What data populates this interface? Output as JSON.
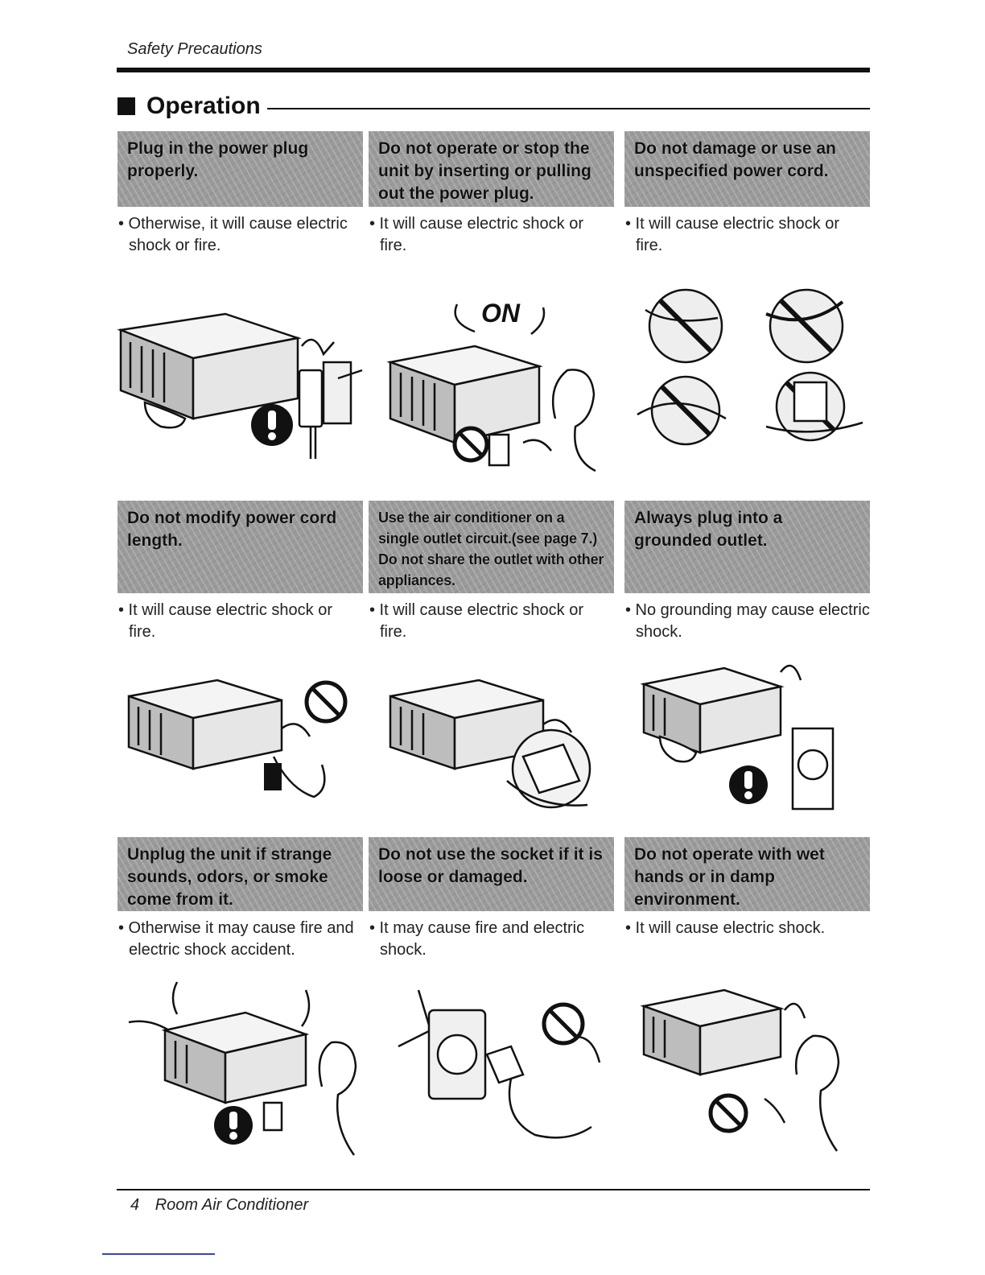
{
  "header": {
    "running_head": "Safety Precautions"
  },
  "section": {
    "title": "Operation"
  },
  "cards": [
    {
      "title": "Plug in the power plug properly.",
      "desc": "• Otherwise, it will cause electric shock or fire."
    },
    {
      "title": "Do not operate or stop the unit by inserting or pulling out the power plug.",
      "desc": "• It will cause electric shock or fire.",
      "callout": "ON"
    },
    {
      "title": "Do not damage or use an unspecified power cord.",
      "desc": "• It will cause electric shock or fire."
    },
    {
      "title": "Do not modify power cord length.",
      "desc": "• It will cause electric shock or fire."
    },
    {
      "title": "Use the air conditioner on a single outlet circuit.(see page 7.) Do not share the outlet with other appliances.",
      "desc": "• It will cause electric shock or fire."
    },
    {
      "title": "Always plug into a grounded outlet.",
      "desc": "• No grounding may cause electric shock."
    },
    {
      "title": "Unplug the unit if strange sounds, odors, or smoke come from it.",
      "desc": "• Otherwise it may cause fire and electric shock accident."
    },
    {
      "title": "Do not use the socket if it is loose or damaged.",
      "desc": "• It may cause fire and electric shock."
    },
    {
      "title": "Do not operate with wet hands or in damp environment.",
      "desc": "• It will cause electric shock."
    }
  ],
  "footer": {
    "page_number": "4",
    "manual_title": "Room Air Conditioner"
  }
}
